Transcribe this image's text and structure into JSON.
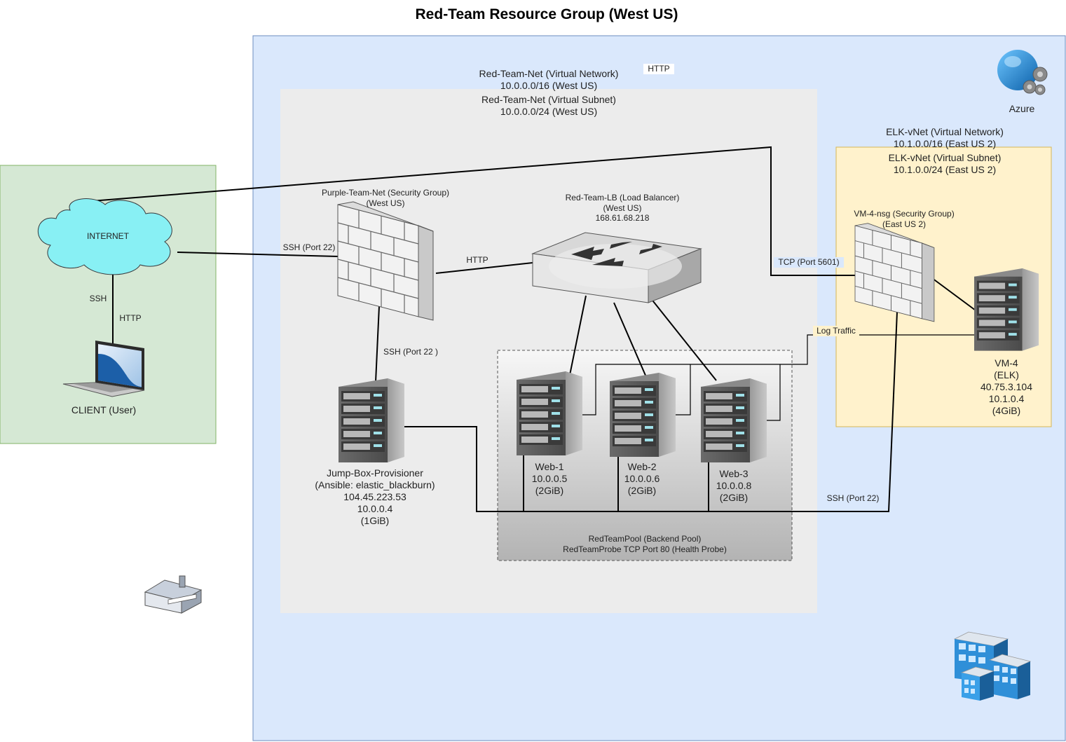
{
  "title": "Red-Team Resource Group (West US)",
  "colors": {
    "azure_region": "#dae8fc",
    "red_team_subnet": "#ececec",
    "client_zone": "#d5e8d4",
    "elk_zone": "#fff2cc",
    "cloud": "#88f0f4"
  },
  "azure": {
    "label": "Azure",
    "icon": "azure-globe-gear-icon"
  },
  "red_team_net": {
    "line1": "Red-Team-Net (Virtual Network)",
    "line2": "10.0.0.0/16 (West US)"
  },
  "red_team_subnet": {
    "line1": "Red-Team-Net (Virtual Subnet)",
    "line2": "10.0.0.0/24 (West US)"
  },
  "top_http": "HTTP",
  "client_zone": {
    "internet": "INTERNET",
    "ssh": "SSH",
    "http": "HTTP",
    "client": "CLIENT (User)"
  },
  "purple_sg": {
    "line1": "Purple-Team-Net (Security Group)",
    "line2": "(West US)"
  },
  "load_balancer": {
    "line1": "Red-Team-LB (Load Balancer)",
    "line2": "(West US)",
    "line3": "168.61.68.218"
  },
  "jump_box": {
    "line1": "Jump-Box-Provisioner",
    "line2": "(Ansible: elastic_blackburn)",
    "line3": "104.45.223.53",
    "line4": "10.0.0.4",
    "line5": "(1GiB)"
  },
  "web1": {
    "line1": "Web-1",
    "line2": "10.0.0.5",
    "line3": "(2GiB)"
  },
  "web2": {
    "line1": "Web-2",
    "line2": "10.0.0.6",
    "line3": "(2GiB)"
  },
  "web3": {
    "line1": "Web-3",
    "line2": "10.0.0.8",
    "line3": "(2GiB)"
  },
  "backend_pool": {
    "line1": "RedTeamPool (Backend Pool)",
    "line2": "RedTeamProbe TCP Port 80 (Health Probe)"
  },
  "elk_net": {
    "line1": "ELK-vNet (Virtual Network)",
    "line2": "10.1.0.0/16 (East US 2)"
  },
  "elk_subnet": {
    "line1": "ELK-vNet (Virtual Subnet)",
    "line2": "10.1.0.0/24 (East US 2)"
  },
  "vm4_nsg": {
    "line1": "VM-4-nsg (Security Group)",
    "line2": "(East US 2)"
  },
  "vm4": {
    "line1": "VM-4",
    "line2": "(ELK)",
    "line3": "40.75.3.104",
    "line4": "10.1.0.4",
    "line5": "(4GiB)"
  },
  "edges": {
    "ssh_port22_internet": "SSH (Port 22)",
    "http_fw_lb": "HTTP",
    "ssh_port22_jump": "SSH (Port 22 )",
    "tcp_5601": "TCP (Port 5601)",
    "log_traffic": "Log Traffic",
    "ssh_port22_elk": "SSH (Port 22)"
  }
}
